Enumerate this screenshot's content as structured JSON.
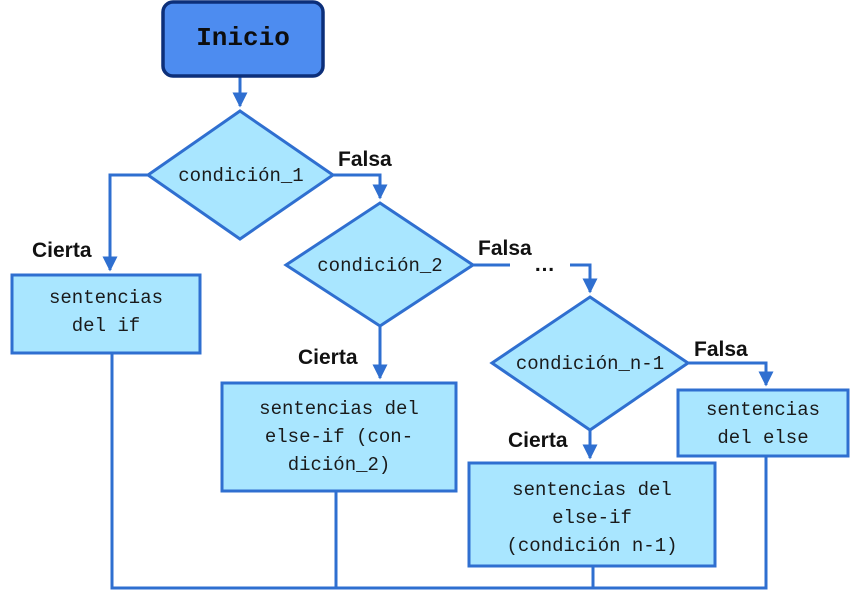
{
  "nodes": {
    "start": {
      "label": "Inicio"
    },
    "cond1": {
      "label": "condición_1"
    },
    "cond2": {
      "label": "condición_2"
    },
    "condN": {
      "label": "condición_n-1"
    },
    "if_block": {
      "lines": [
        "sentencias",
        "del if"
      ]
    },
    "elseif2_block": {
      "lines": [
        "sentencias del",
        "else-if (con-",
        "dición_2)"
      ]
    },
    "elseifN_block": {
      "lines": [
        "sentencias del",
        "else-if",
        "(condición n-1)"
      ]
    },
    "else_block": {
      "lines": [
        "sentencias",
        "del else"
      ]
    }
  },
  "edge_labels": {
    "cond1_true": "Cierta",
    "cond1_false": "Falsa",
    "cond2_true": "Cierta",
    "cond2_false": "Falsa",
    "condN_true": "Cierta",
    "condN_false": "Falsa",
    "ellipsis": "…"
  },
  "colors": {
    "box_fill": "#a9e6ff",
    "start_fill": "#4d8cf0",
    "line": "#2f6fd0"
  }
}
